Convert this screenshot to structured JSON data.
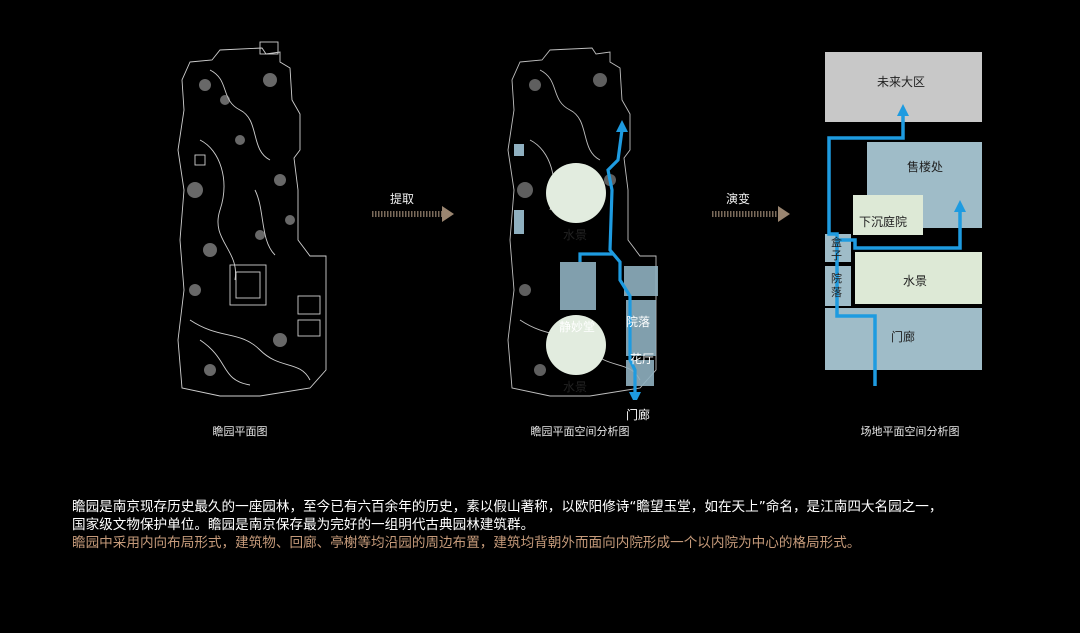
{
  "panel1": {
    "caption": "瞻园平面图"
  },
  "panel2": {
    "caption": "瞻园平面空间分析图",
    "labels": {
      "water_top": "水景",
      "water_bottom": "水景",
      "jingmiao": "静妙堂",
      "courtyard": "院落",
      "hall": "花厅",
      "gate": "门廊"
    }
  },
  "panel3": {
    "caption": "场地平面空间分析图",
    "labels": {
      "future": "未来大区",
      "sales": "售楼处",
      "sunken": "下沉庭院",
      "box": "盒子",
      "courtyard": "院落",
      "water": "水景",
      "gate": "门廊"
    }
  },
  "arrows": {
    "extract": "提取",
    "evolve": "演变"
  },
  "paragraph": {
    "line1": "瞻园是南京现存历史最久的一座园林，至今已有六百余年的历史，素以假山著称，以欧阳修诗“瞻望玉堂，如在天上”命名，是江南四大名园之一，",
    "line2": "国家级文物保护单位。瞻园是南京保存最为完好的一组明代古典园林建筑群。",
    "line3": "瞻园中采用内向布局形式，建筑物、回廊、亭榭等均沿园的周边布置，建筑均背朝外而面向内院形成一个以内院为中心的格局形式。"
  },
  "colors": {
    "blue_route": "#1e9be0",
    "green_circle": "#e2ecdf",
    "teal_block": "#9fbcc8",
    "gray_block": "#c8c8c8",
    "light_green_block": "#dde9d6",
    "text_brown": "#c59a7a"
  }
}
